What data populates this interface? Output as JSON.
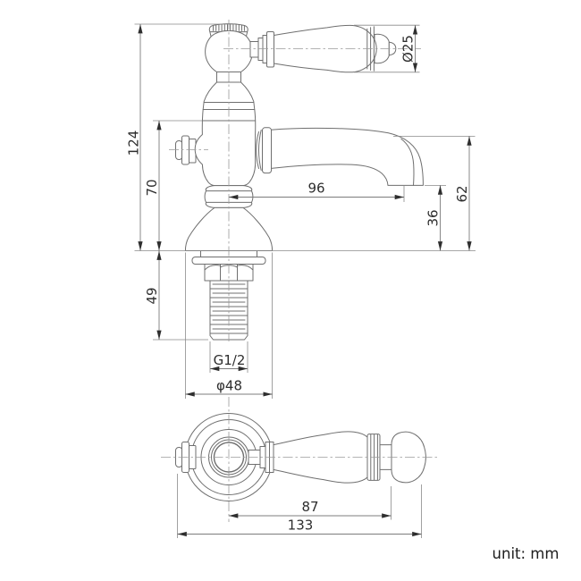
{
  "drawing": {
    "unit_note": "unit: mm",
    "dimensions": {
      "overall_height": "124",
      "body_height": "70",
      "shank_length": "49",
      "handle_knob_diameter": "Ø25",
      "spout_reach": "96",
      "spout_outlet_height": "36",
      "spout_top_height": "62",
      "thread_size": "G1/2",
      "base_diameter": "φ48",
      "handle_reach": "87",
      "overall_length": "133"
    }
  }
}
